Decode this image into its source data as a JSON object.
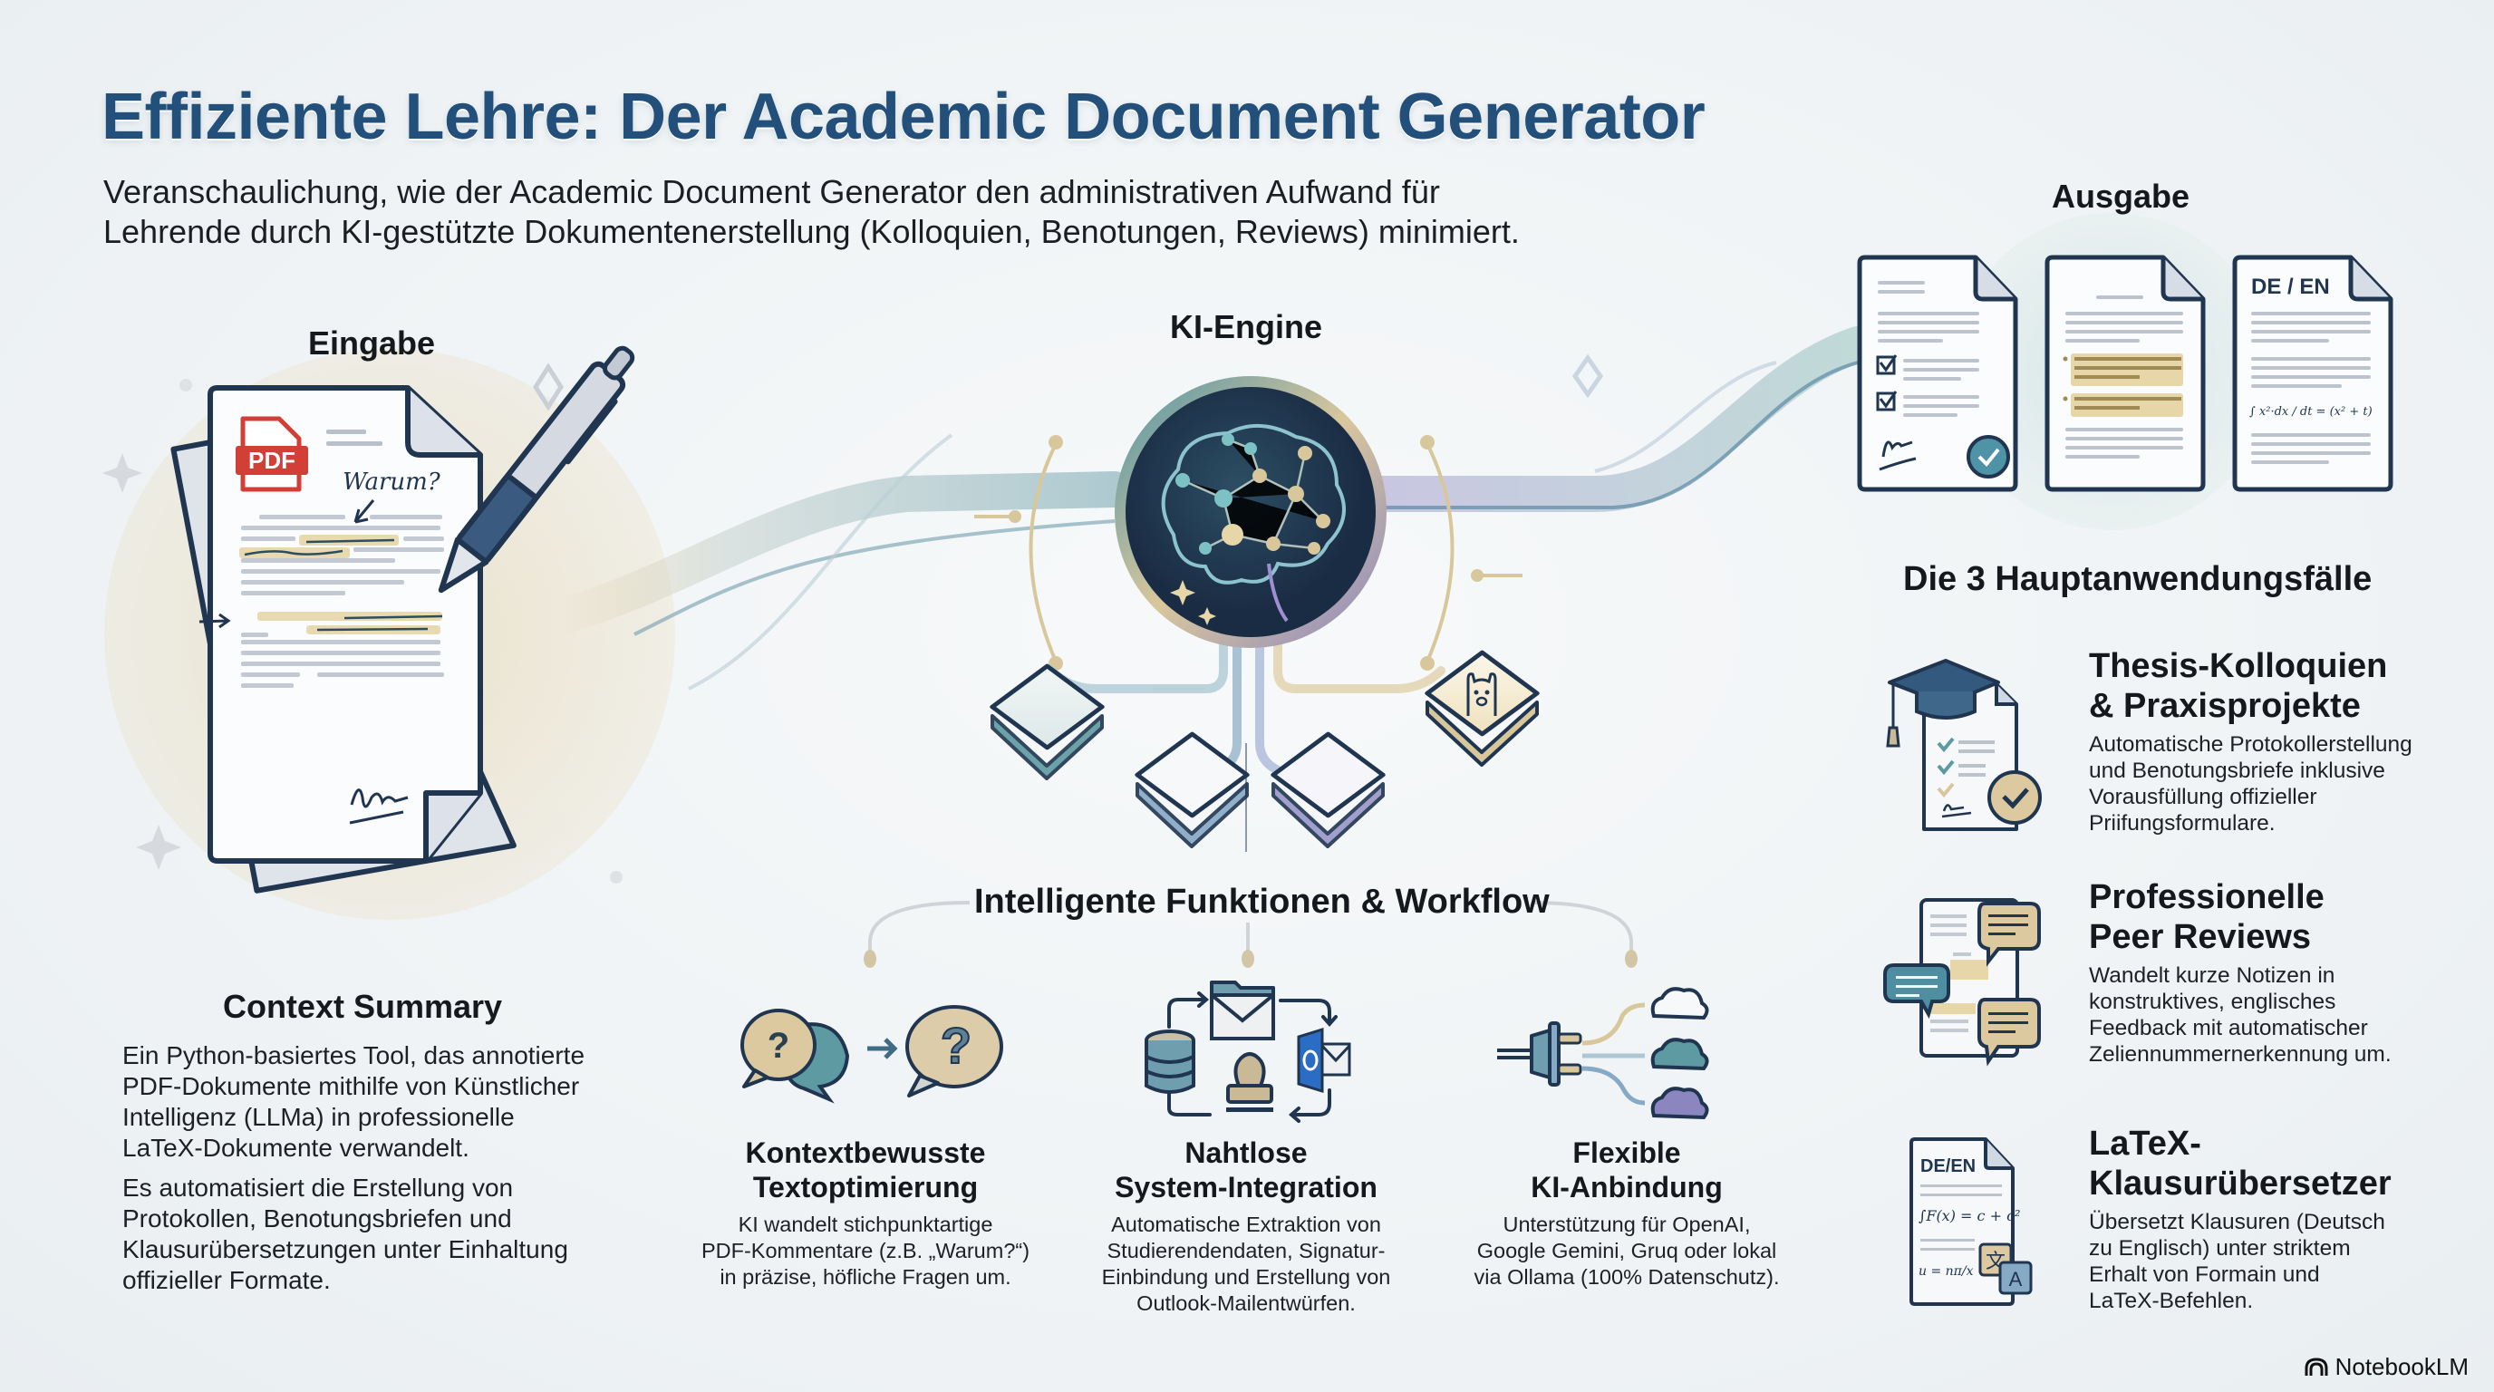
{
  "header": {
    "title": "Effiziente Lehre: Der Academic Document Generator",
    "subtitle_line1": "Veranschaulichung, wie der Academic Document Generator den administrativen Aufwand für",
    "subtitle_line2": "Lehrende durch KI-gestützte Dokumentenerstellung (Kolloquien, Benotungen, Reviews) minimiert."
  },
  "stages": {
    "input": {
      "label": "Eingabe",
      "pdf_badge": "PDF",
      "annotation": "Warum?"
    },
    "engine": {
      "label": "KI-Engine"
    },
    "output": {
      "label": "Ausgabe",
      "doc3_badge": "DE / EN",
      "doc3_formula": "∫ x²·dx / dt = (x² + t)"
    }
  },
  "context_summary": {
    "title": "Context Summary",
    "paragraph1": [
      "Ein Python-basiertes Tool, das annotierte",
      "PDF-Dokumente mithilfe von Künstlicher",
      "Intelligenz (LLMa) in professionelle",
      "LaTeX-Dokumente verwandelt."
    ],
    "paragraph2": [
      "Es automatisiert die Erstellung von",
      "Protokollen, Benotungsbriefen und",
      "Klausurübersetzungen unter Einhaltung",
      "offizieller Formate."
    ]
  },
  "workflow": {
    "title": "Intelligente Funktionen & Workflow",
    "features": [
      {
        "icon": "question-bubbles-icon",
        "title_line1": "Kontextbewusste",
        "title_line2": "Textoptimierung",
        "desc": [
          "KI wandelt stichpunktartige",
          "PDF-Kommentare (z.B. „Warum?“)",
          "in präzise, höfliche Fragen um."
        ]
      },
      {
        "icon": "system-integration-icon",
        "title_line1": "Nahtlose",
        "title_line2": "System-Integration",
        "desc": [
          "Automatische Extraktion von",
          "Studierendendaten, Signatur-",
          "Einbindung und Erstellung von",
          "Outlook-Mailentwürfen."
        ]
      },
      {
        "icon": "plug-clouds-icon",
        "title_line1": "Flexible",
        "title_line2": "KI-Anbindung",
        "desc": [
          "Unterstützung für OpenAI,",
          "Google Gemini, Gruq oder lokal",
          "via Ollama (100% Datenschutz)."
        ]
      }
    ]
  },
  "use_cases": {
    "title": "Die 3 Hauptanwendungsfälle",
    "items": [
      {
        "icon": "graduation-checklist-icon",
        "title_line1": "Thesis-Kolloquien",
        "title_line2": "& Praxisprojekte",
        "desc": [
          "Automatische Protokollerstellung",
          "und Benotungsbriefe inklusive",
          "Vorausfüllung offizieller",
          "Priifungsformulare."
        ]
      },
      {
        "icon": "peer-review-bubbles-icon",
        "title_line1": "Professionelle",
        "title_line2": "Peer Reviews",
        "desc": [
          "Wandelt kurze Notizen in",
          "konstruktives, englisches",
          "Feedback mit automatischer",
          "Zeliennummernerkennung um."
        ]
      },
      {
        "icon": "translate-document-icon",
        "badge": "DE/EN",
        "title_line1": "LaTeX-",
        "title_line2": "Klausurübersetzer",
        "desc": [
          "Übersetzt Klausuren (Deutsch",
          "zu Englisch) unter striktem",
          "Erhalt von Formain und",
          "LaTeX-Befehlen."
        ]
      }
    ]
  },
  "watermark": {
    "label": "NotebookLM"
  },
  "colors": {
    "title": "#22507a",
    "navy": "#1f3550",
    "teal": "#4f93a6",
    "sand": "#d9c79c",
    "lavender": "#8b86c0",
    "outlook_blue": "#2b6cc4",
    "pdf_red": "#d23f36"
  }
}
